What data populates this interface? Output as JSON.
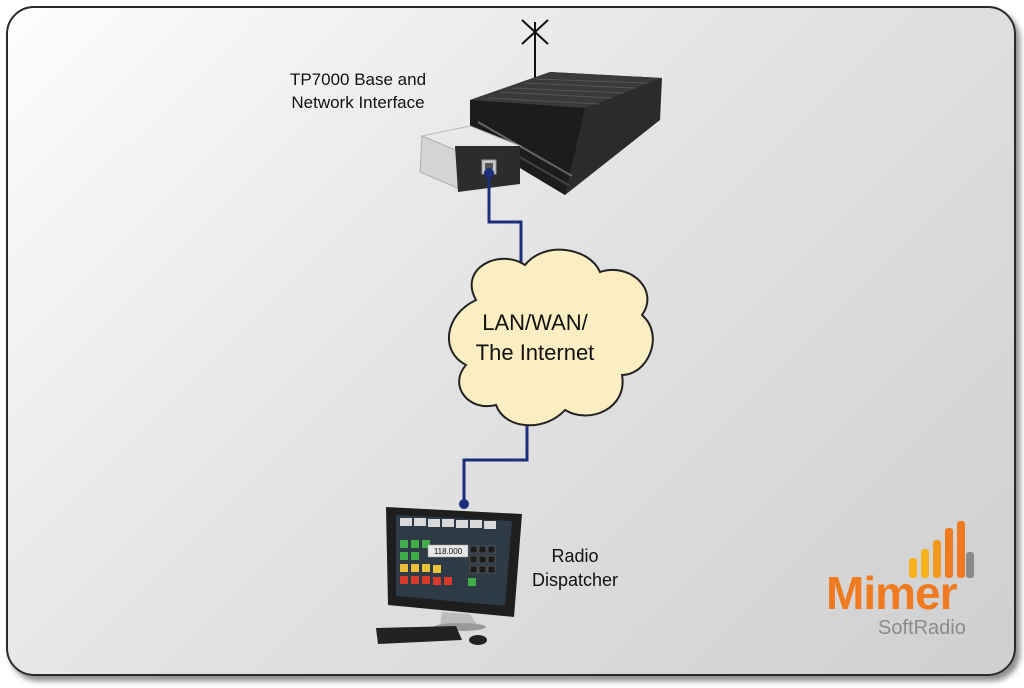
{
  "nodes": {
    "base": {
      "label_line1": "TP7000 Base and",
      "label_line2": "Network Interface"
    },
    "network": {
      "label_line1": "LAN/WAN/",
      "label_line2": "The Internet"
    },
    "dispatcher": {
      "label_line1": "Radio",
      "label_line2": "Dispatcher",
      "screen_frequency": "118.000"
    }
  },
  "connections": [
    {
      "from": "base",
      "to": "network"
    },
    {
      "from": "network",
      "to": "dispatcher"
    }
  ],
  "brand": {
    "name": "Mimer",
    "sub": "SoftRadio"
  },
  "colors": {
    "cable": "#1b2f7a",
    "cloud_fill": "#fbeec2",
    "brand_orange": "#f07a20",
    "brand_yellow": "#f6b21c",
    "brand_gray": "#8a8a8a"
  }
}
